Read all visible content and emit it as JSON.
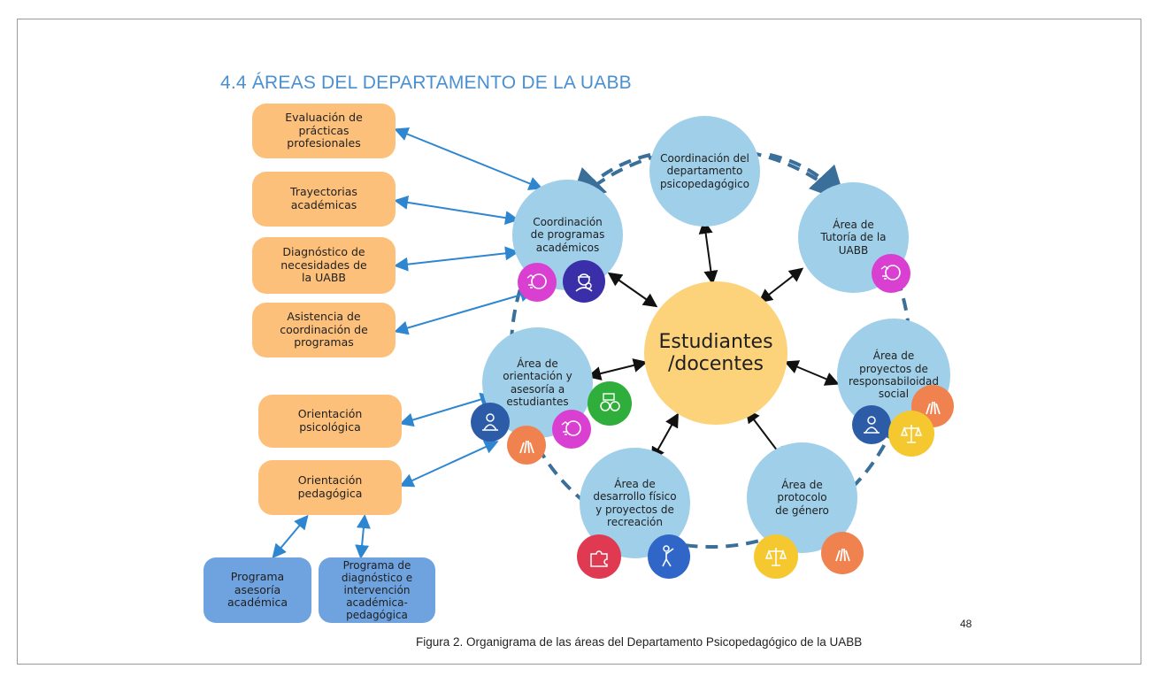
{
  "title": "4.4 ÁREAS DEL DEPARTAMENTO DE LA UABB",
  "left_boxes": [
    "Evaluación de prácticas profesionales",
    "Trayectorias académicas",
    "Diagnóstico de necesidades de la UABB",
    "Asistencia de coordinación de programas",
    "Orientación psicológica",
    "Orientación pedagógica"
  ],
  "bottom_boxes": [
    "Programa asesoría académica",
    "Programa de diagnóstico e intervención académica-pedagógica"
  ],
  "center": "Estudiantes /docentes",
  "nodes": {
    "coordinacion_departamento": "Coordinación del departamento psicopedagógico",
    "tutoria": "Área de Tutoría de la UABB",
    "responsabilidad": "Área de proyectos de responsabiloidad social",
    "genero": "Área de protocolo de género",
    "desarrollo_fisico": "Área de desarrollo físico y proyectos de recreación",
    "orientacion": "Área de orientación y asesoría a estudiantes",
    "coordinacion_programas": "Coordinación de programas académicos"
  },
  "caption": "Figura 2. Organigrama de las áreas del Departamento Psicopedagógico de la UABB",
  "page_number": "48",
  "colors": {
    "title": "#4a90d0",
    "orange_box": "#fcc07a",
    "blue_box": "#6fa3e0",
    "node": "#9fcfe9",
    "center": "#fcd27a",
    "ring": "#3a6f9a",
    "arrow_blue": "#2f86d0",
    "icon_magenta": "#d93fd0",
    "icon_purple": "#3a2fa8",
    "icon_navy": "#2c5ba8",
    "icon_green": "#2fae3c",
    "icon_orange": "#f0824f",
    "icon_yellow": "#f6c830",
    "icon_red": "#e03a52",
    "icon_blue": "#2f66c8"
  },
  "icons": [
    "education-icon",
    "engineer-icon",
    "counseling-icon",
    "dialogue-icon",
    "teamwork-hands-icon",
    "justice-scale-icon",
    "puzzle-icon",
    "exercise-icon"
  ]
}
